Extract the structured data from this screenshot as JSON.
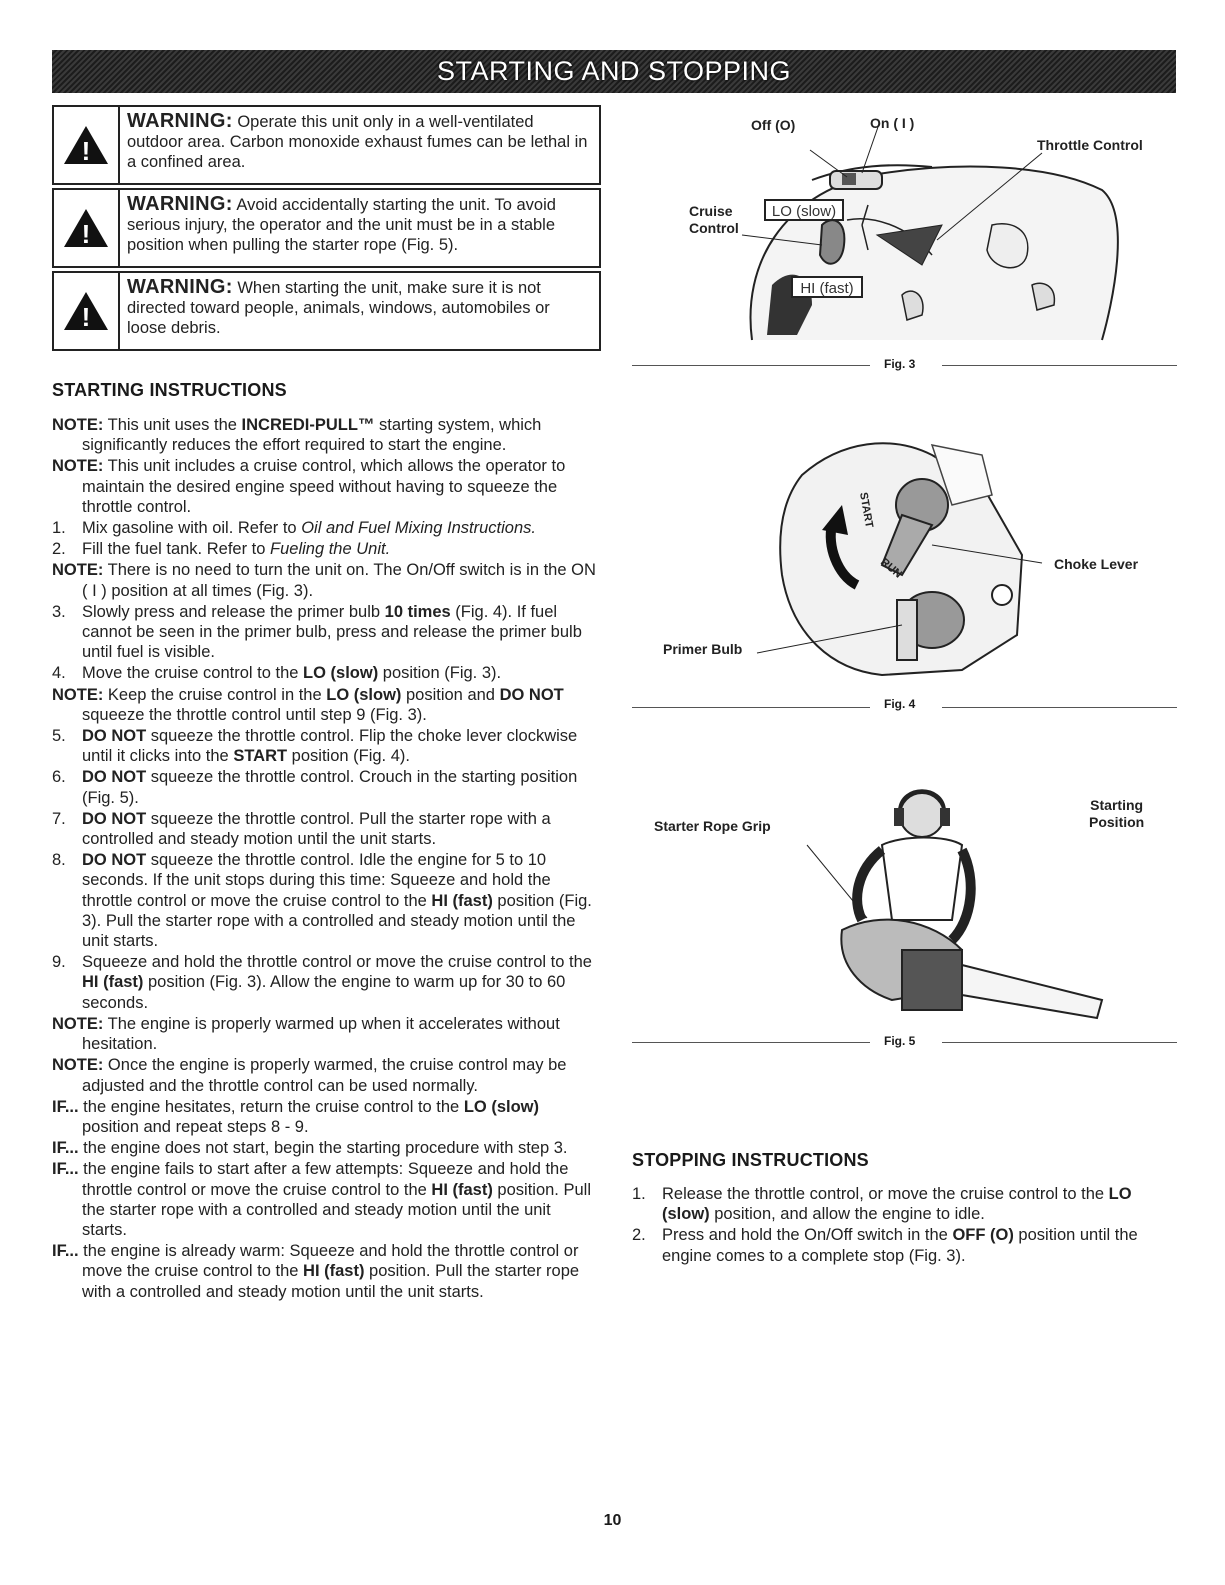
{
  "header": {
    "title": "STARTING AND STOPPING"
  },
  "warnings": [
    {
      "label": "WARNING:",
      "text": "Operate this unit only in a well-ventilated outdoor area. Carbon monoxide exhaust fumes can be lethal in a confined area."
    },
    {
      "label": "WARNING:",
      "text": "Avoid accidentally starting the unit. To avoid serious injury, the operator and the unit must be in a stable position when pulling the starter rope (Fig. 5)."
    },
    {
      "label": "WARNING:",
      "text": "When starting the unit, make sure it is not directed toward people, animals, windows, automobiles or loose debris."
    }
  ],
  "starting": {
    "heading": "STARTING INSTRUCTIONS"
  },
  "stopping": {
    "heading": "STOPPING INSTRUCTIONS",
    "s1a": "Release the throttle control, or move the cruise control to the ",
    "s1b": "LO (slow)",
    "s1c": " position, and allow the engine to idle.",
    "s2a": "Press and hold the On/Off switch in the ",
    "s2b": "OFF (O)",
    "s2c": " position until the engine comes to a complete stop (Fig. 3)."
  },
  "figures": {
    "fig3": {
      "caption": "Fig. 3",
      "off": "Off (O)",
      "on": "On ( I )",
      "throttle": "Throttle Control",
      "cruise1": "Cruise",
      "cruise2": "Control",
      "lo": "LO (slow)",
      "hi": "HI (fast)"
    },
    "fig4": {
      "caption": "Fig. 4",
      "choke": "Choke Lever",
      "primer": "Primer Bulb",
      "start": "START",
      "run": "RUN"
    },
    "fig5": {
      "caption": "Fig. 5",
      "grip": "Starter Rope Grip",
      "pos1": "Starting",
      "pos2": "Position"
    }
  },
  "page_number": "10",
  "text": {
    "n1l": "NOTE:",
    "n1a": " This unit uses the ",
    "n1b": "INCREDI-PULL™",
    "n1c": " starting system, which significantly reduces the effort required to start the engine.",
    "n2l": "NOTE:",
    "n2a": " This unit includes a cruise control, which allows the operator to maintain the desired engine speed without having to squeeze the throttle control.",
    "s1n": "1.",
    "s1a": "Mix gasoline with oil. Refer to ",
    "s1i": "Oil and Fuel Mixing Instructions.",
    "s2n": "2.",
    "s2a": "Fill the fuel tank. Refer to ",
    "s2i": "Fueling the Unit.",
    "n3l": "NOTE:",
    "n3a": " There is no need to turn the unit on. The On/Off switch is in the ON ( I ) position at all times (Fig. 3).",
    "s3n": "3.",
    "s3a": "Slowly press and release the primer bulb ",
    "s3b": "10 times",
    "s3c": " (Fig. 4). If fuel cannot be seen in the primer bulb, press and release the primer bulb until fuel is visible.",
    "s4n": "4.",
    "s4a": "Move the cruise control to the ",
    "s4b": "LO (slow)",
    "s4c": " position (Fig. 3).",
    "n4l": "NOTE:",
    "n4a": " Keep the cruise control in the ",
    "n4b": "LO (slow)",
    "n4c": " position and ",
    "n4d": "DO NOT",
    "n4e": " squeeze the throttle control until step 9 (Fig. 3).",
    "s5n": "5.",
    "s5b": "DO NOT",
    "s5a": " squeeze the throttle control. Flip the choke lever clockwise until it clicks into the ",
    "s5c": "START",
    "s5d": " position (Fig. 4).",
    "s6n": "6.",
    "s6b": "DO NOT",
    "s6a": " squeeze the throttle control. Crouch in the starting position (Fig. 5).",
    "s7n": "7.",
    "s7b": "DO NOT",
    "s7a": " squeeze the throttle control. Pull the starter rope with a controlled and steady motion until the unit starts.",
    "s8n": "8.",
    "s8b": "DO NOT",
    "s8a": " squeeze the throttle control. Idle the engine for 5 to 10 seconds. If the unit stops during this time: Squeeze and hold the throttle control or move the cruise control to the ",
    "s8c": "HI (fast)",
    "s8d": " position (Fig. 3). Pull the starter rope with a controlled and steady motion until the unit starts.",
    "s9n": "9.",
    "s9a": "Squeeze and hold the throttle control or move the cruise control to the ",
    "s9b": "HI (fast)",
    "s9c": " position (Fig. 3). Allow the engine to warm up for 30 to 60 seconds.",
    "n5l": "NOTE:",
    "n5a": " The engine is properly warmed up when it accelerates without hesitation.",
    "n6l": "NOTE:",
    "n6a": " Once the engine is properly warmed, the cruise control may be adjusted and the throttle control can be used normally.",
    "i1l": "IF...",
    "i1a": " the engine hesitates, return the cruise control to the ",
    "i1b": "LO (slow)",
    "i1c": " position and repeat steps 8 - 9.",
    "i2l": "IF...",
    "i2a": " the engine does not start, begin the starting procedure with step 3.",
    "i3l": "IF...",
    "i3a": " the engine fails to start after a few attempts: Squeeze and hold the throttle control or move the cruise control to the ",
    "i3b": "HI (fast)",
    "i3c": " position. Pull the starter rope with a controlled and steady motion until the unit starts.",
    "i4l": "IF...",
    "i4a": " the engine is already warm: Squeeze and hold the throttle control or move the cruise control to the ",
    "i4b": "HI (fast)",
    "i4c": " position. Pull the starter rope with a controlled and steady motion until the unit starts."
  }
}
